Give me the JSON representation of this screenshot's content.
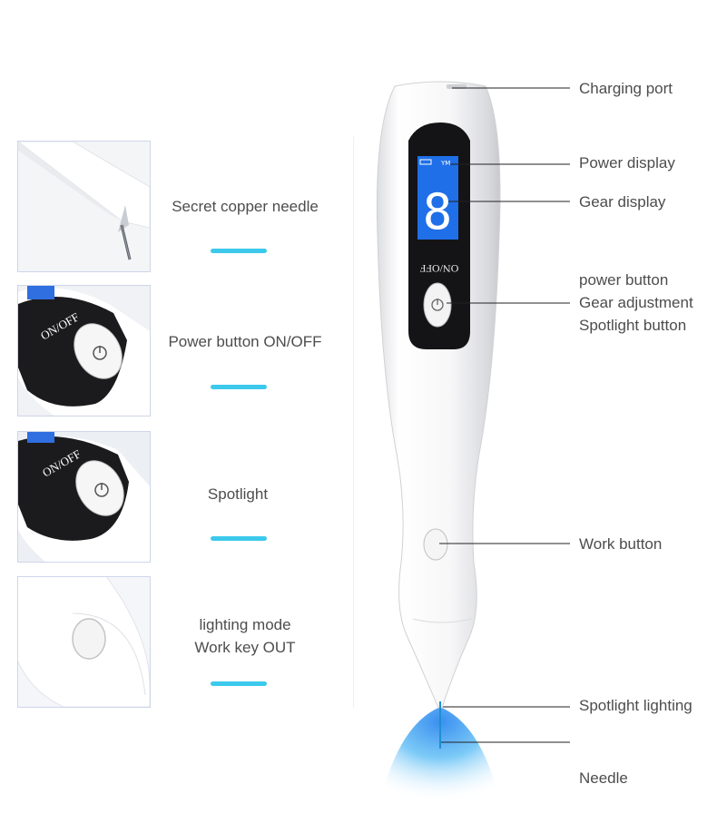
{
  "features": [
    {
      "id": "needle",
      "lines": [
        "Secret copper needle"
      ]
    },
    {
      "id": "power",
      "lines": [
        "Power button ON/OFF"
      ]
    },
    {
      "id": "spotlight",
      "lines": [
        "Spotlight"
      ]
    },
    {
      "id": "lighting",
      "lines": [
        "lighting mode",
        "Work key OUT"
      ]
    }
  ],
  "callouts": {
    "charging_port": "Charging port",
    "power_display": "Power display",
    "gear_display": "Gear display",
    "button_group": [
      "power button",
      "Gear adjustment",
      "Spotlight button"
    ],
    "work_button": "Work button",
    "spotlight_lighting": "Spotlight lighting",
    "needle": "Needle"
  },
  "device": {
    "on_off_label": "ON/OFF",
    "screen_mark": "YM",
    "gear_digit": "8"
  },
  "colors": {
    "accent_bar": "#3cc9ec",
    "screen_blue": "#1f6fe8",
    "spot_light": "#3fb8f5",
    "thumb_border": "#cfd6ea"
  },
  "icons": [
    "power-icon",
    "battery-icon"
  ]
}
